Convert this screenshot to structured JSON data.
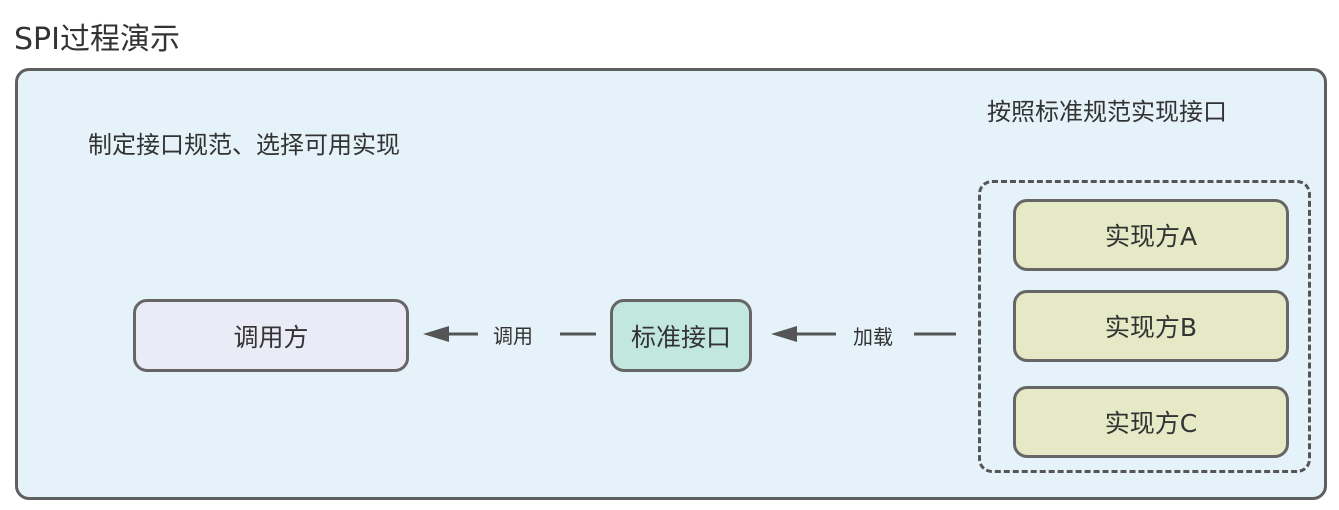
{
  "title": "SPI过程演示",
  "captions": {
    "left": "制定接口规范、选择可用实现",
    "right": "按照标准规范实现接口"
  },
  "nodes": {
    "caller": "调用方",
    "interface": "标准接口",
    "implementations": [
      "实现方A",
      "实现方B",
      "实现方C"
    ]
  },
  "edges": {
    "call_label": "调用",
    "load_label": "加载"
  },
  "colors": {
    "panel_background": "#e5f2fa",
    "caller_fill": "#ebebf8",
    "interface_fill": "#c1e7de",
    "implementation_fill": "#e5e9c5",
    "border": "#666666",
    "arrow": "#555555"
  }
}
